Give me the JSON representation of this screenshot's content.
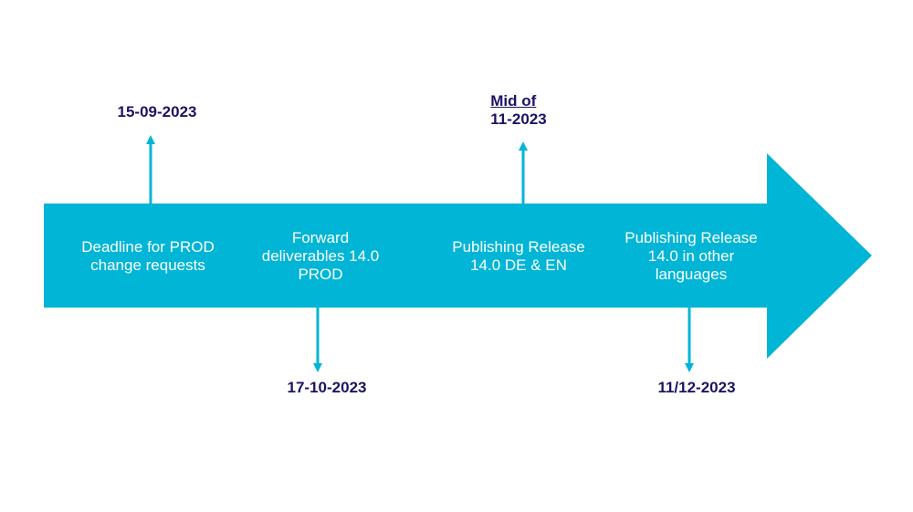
{
  "colors": {
    "arrow": "#00b5d6",
    "connector": "#00b5d6",
    "date_text": "#1b1464",
    "label_text": "#ffffff"
  },
  "milestones": [
    {
      "label": "Deadline for PROD\nchange requests",
      "date_prefix": "",
      "date": "15-09-2023",
      "direction": "up"
    },
    {
      "label": "Forward\ndeliverables 14.0\nPROD",
      "date_prefix": "",
      "date": "17-10-2023",
      "direction": "down"
    },
    {
      "label": "Publishing Release\n14.0 DE & EN",
      "date_prefix": "Mid of",
      "date": "11-2023",
      "direction": "up"
    },
    {
      "label": "Publishing Release\n14.0 in other\nlanguages",
      "date_prefix": "",
      "date": "11/12-2023",
      "direction": "down"
    }
  ]
}
